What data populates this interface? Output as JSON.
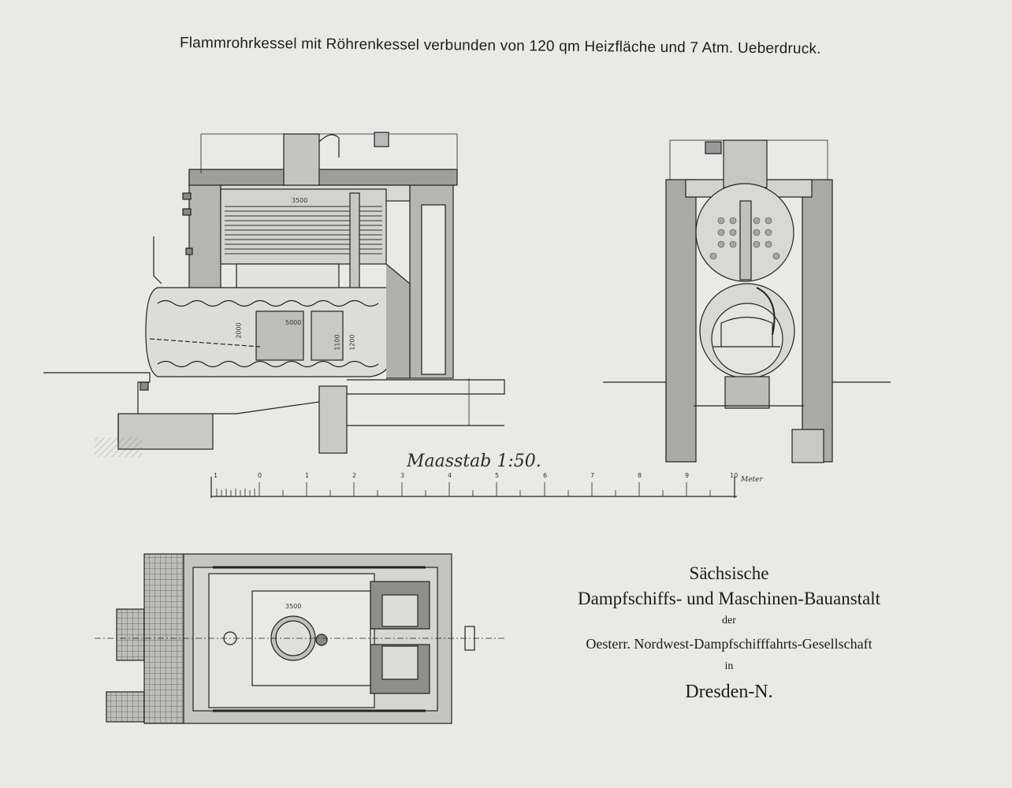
{
  "plate": {
    "title": "Flammrohrkessel mit Röhrenkessel verbunden von 120 qm Heizfläche und 7 Atm. Ueberdruck."
  },
  "scale": {
    "caption": "Maasstab 1:50.",
    "ticks": [
      "1",
      "0",
      "1",
      "2",
      "3",
      "4",
      "5",
      "6",
      "7",
      "8",
      "9",
      "10"
    ],
    "unit": "Meter"
  },
  "dimensions": {
    "d1": "3500",
    "d2": "5000",
    "d3": "2000",
    "d4": "1100",
    "d5": "1200",
    "d6": "3500"
  },
  "company": {
    "line1": "Sächsische",
    "line2": "Dampfschiffs- und Maschinen-Bauanstalt",
    "line3": "der",
    "line4": "Oesterr. Nordwest-Dampfschifffahrts-Gesellschaft",
    "line5": "in",
    "line6": "Dresden-N."
  }
}
